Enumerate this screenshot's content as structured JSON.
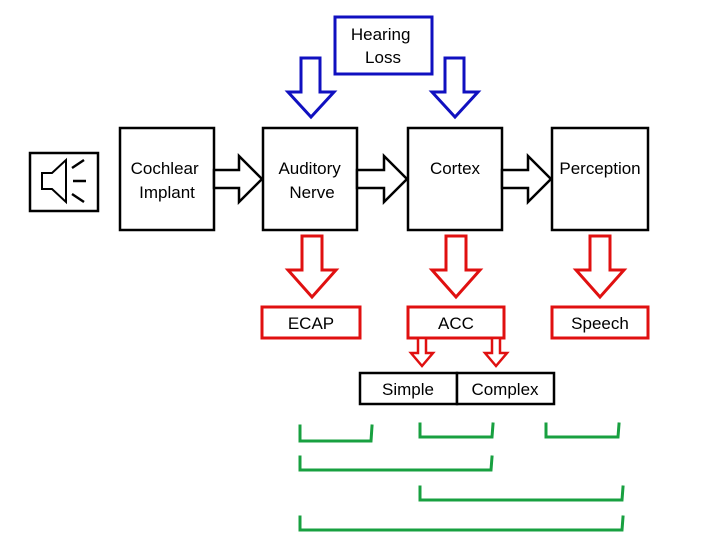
{
  "colors": {
    "black": "#000000",
    "blue": "#1010c0",
    "red": "#e01010",
    "green": "#18a040"
  },
  "icons": {
    "speaker": "speaker-sound-icon"
  },
  "nodes": {
    "hearing_loss": [
      "Hearing",
      "Loss"
    ],
    "cochlear_implant": [
      "Cochlear",
      "Implant"
    ],
    "auditory_nerve": [
      "Auditory",
      "Nerve"
    ],
    "cortex": "Cortex",
    "perception": "Perception",
    "ecap": "ECAP",
    "acc": "ACC",
    "speech": "Speech",
    "simple": "Simple",
    "complex": "Complex"
  }
}
